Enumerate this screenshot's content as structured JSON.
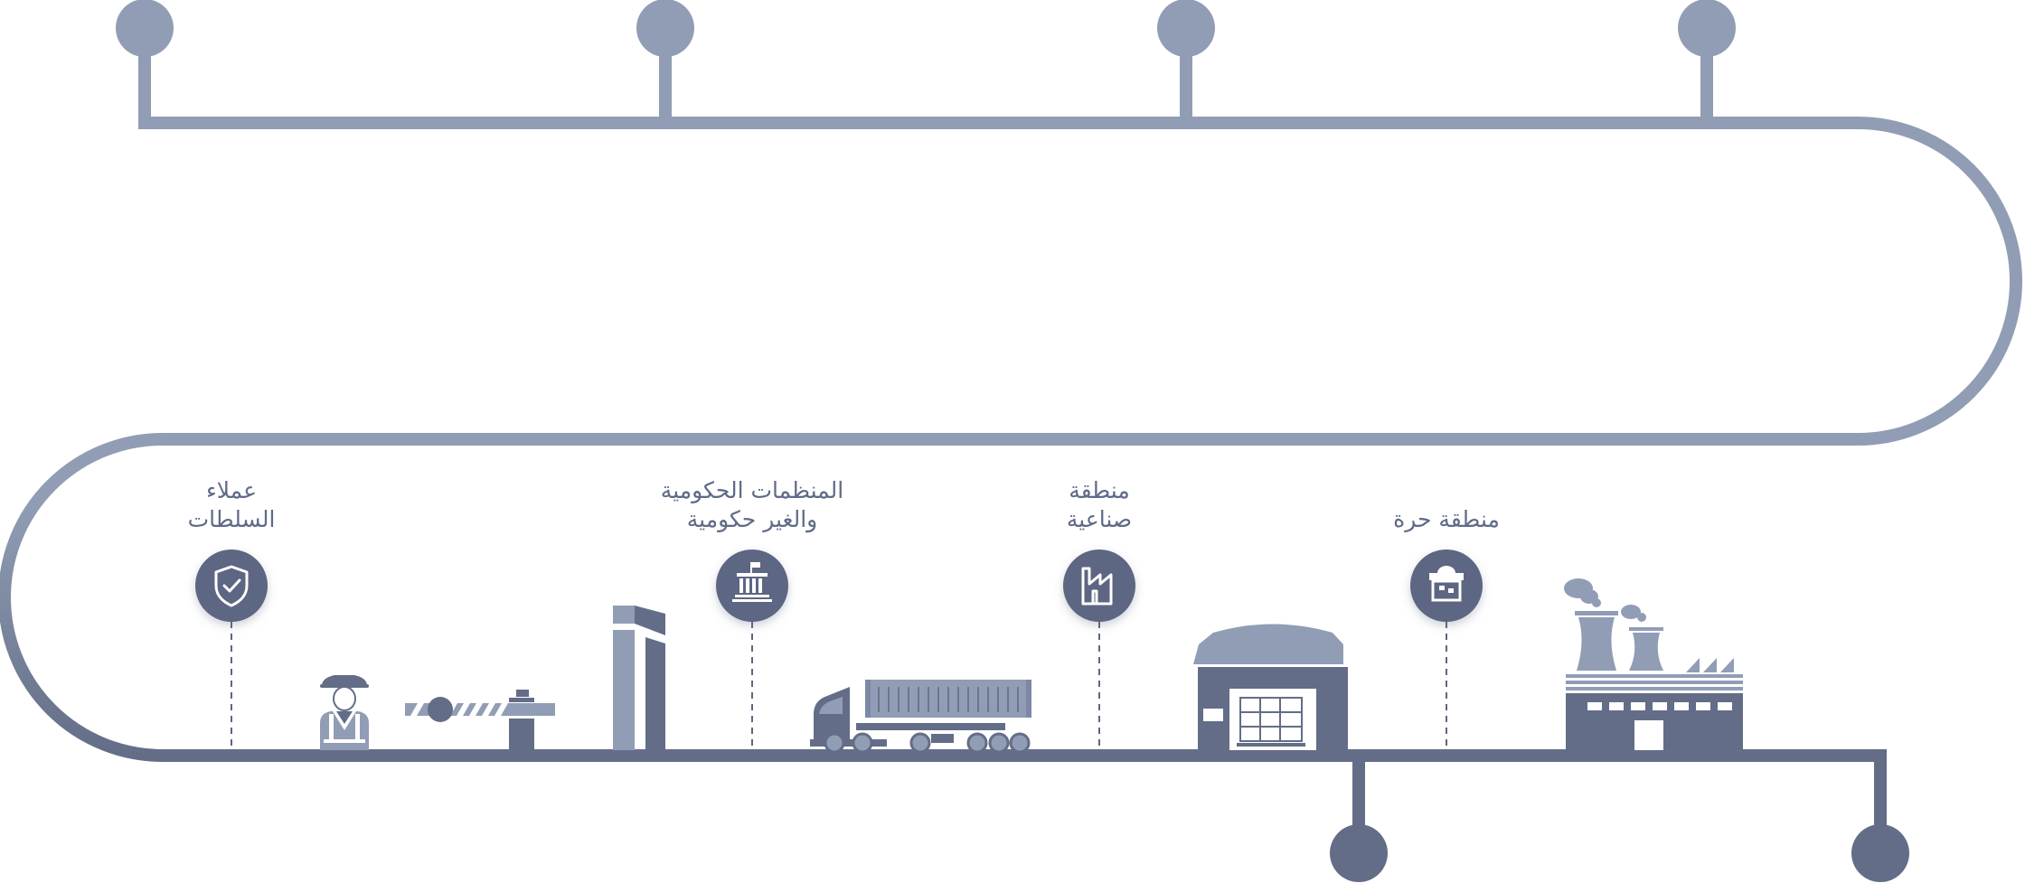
{
  "colors": {
    "track_light": "#919db5",
    "track_dark": "#636d87",
    "badge": "#5d6682",
    "icon_light": "#919db5",
    "icon_dark": "#636d87",
    "text": "#5f6a87"
  },
  "stations": [
    {
      "id": "authorities",
      "lines": [
        "عملاء",
        "السلطات"
      ],
      "icon": "shield-check-icon"
    },
    {
      "id": "organizations",
      "lines": [
        "المنظمات الحكومية",
        "والغير حكومية"
      ],
      "icon": "government-building-icon"
    },
    {
      "id": "industrial",
      "lines": [
        "منطقة",
        "صناعية"
      ],
      "icon": "factory-icon"
    },
    {
      "id": "freezone",
      "lines": [
        "منطقة حرة"
      ],
      "icon": "storefront-icon"
    }
  ],
  "illustrations": [
    "worker-icon",
    "barrier-gate-icon",
    "gate-pillar-icon",
    "container-truck-icon",
    "warehouse-icon",
    "power-plant-icon"
  ]
}
